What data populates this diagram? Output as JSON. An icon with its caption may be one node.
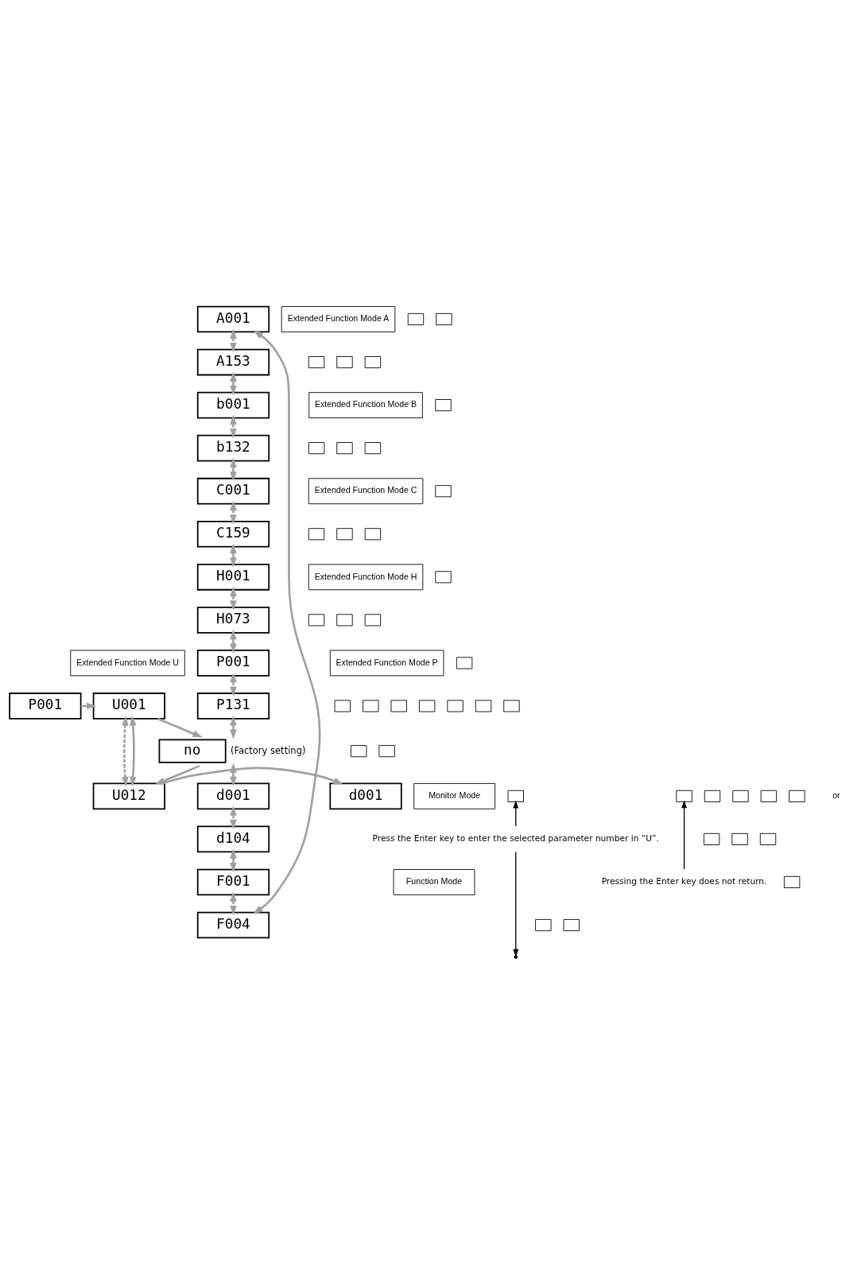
{
  "diagram": {
    "nodes": [
      {
        "text": [
          "Extended Function Mode U"
        ]
      },
      {
        "text": [
          "P001"
        ]
      },
      {
        "text": [
          "d001"
        ]
      },
      {
        "text": [
          "U001"
        ]
      },
      {
        "text": [
          "U012"
        ]
      },
      {
        "text": [
          "A001"
        ]
      },
      {
        "text": [
          "Extended Function Mode A"
        ]
      },
      {
        "text": [
          "A153"
        ]
      },
      {
        "text": [
          "b001"
        ]
      },
      {
        "text": [
          "Extended Function Mode B"
        ]
      },
      {
        "text": [
          "b132"
        ]
      },
      {
        "text": [
          "C001"
        ]
      },
      {
        "text": [
          "Extended Function Mode C"
        ]
      },
      {
        "text": [
          "C159"
        ]
      },
      {
        "text": [
          "H001"
        ]
      },
      {
        "text": [
          "Extended Function Mode H"
        ]
      },
      {
        "text": [
          "H073"
        ]
      },
      {
        "text": [
          "P001"
        ]
      },
      {
        "text": [
          "Extended Function Mode P"
        ]
      },
      {
        "text": [
          "P131"
        ]
      },
      {
        "text": [
          "no"
        ],
        "beside": [
          "(Factory setting)"
        ]
      },
      {
        "text": [
          "d001"
        ]
      },
      {
        "text": [
          "Monitor Mode"
        ]
      },
      {
        "text": [
          "d104"
        ]
      },
      {
        "text": [
          "F001"
        ]
      },
      {
        "text": [
          "Function Mode"
        ]
      },
      {
        "text": [
          "F004"
        ]
      },
      {
        "text": [
          "Press the Enter key to enter the selected parameter number in “U”."
        ]
      },
      {
        "text": [
          "Pressing the Enter key does not return."
        ]
      },
      {
        "text": [],
        "shape": "box"
      },
      {
        "text": [],
        "shape": "box"
      },
      {
        "text": [],
        "shape": "box"
      },
      {
        "text": [],
        "shape": "box"
      },
      {
        "text": [],
        "shape": "box"
      },
      {
        "text": [],
        "shape": "box"
      },
      {
        "text": [],
        "shape": "box"
      },
      {
        "text": [],
        "shape": "box"
      },
      {
        "text": [],
        "shape": "box"
      },
      {
        "text": [],
        "shape": "box"
      },
      {
        "text": [],
        "shape": "box"
      },
      {
        "text": [],
        "shape": "box"
      },
      {
        "text": [],
        "shape": "box"
      },
      {
        "text": [],
        "shape": "box"
      },
      {
        "text": [],
        "shape": "box"
      },
      {
        "text": [],
        "shape": "box"
      },
      {
        "text": [],
        "shape": "box"
      },
      {
        "text": [],
        "shape": "box"
      },
      {
        "text": [],
        "shape": "box"
      },
      {
        "text": [],
        "shape": "box"
      },
      {
        "text": [],
        "shape": "box"
      },
      {
        "text": [],
        "shape": "box"
      },
      {
        "text": [],
        "shape": "box"
      },
      {
        "text": [],
        "shape": "box"
      },
      {
        "text": [],
        "shape": "box"
      },
      {
        "text": [],
        "shape": "box"
      },
      {
        "text": [],
        "shape": "box"
      },
      {
        "text": [],
        "shape": "box"
      },
      {
        "text": [],
        "shape": "box"
      },
      {
        "text": [],
        "shape": "box"
      },
      {
        "text": [],
        "shape": "box"
      },
      {
        "text": [],
        "shape": "box"
      },
      {
        "text": [],
        "shape": "box"
      },
      {
        "text": [],
        "shape": "box"
      },
      {
        "text": [],
        "shape": "box"
      },
      {
        "text": [],
        "shape": "box"
      },
      {
        "text": [],
        "shape": "box"
      },
      {
        "text": [],
        "shape": "box"
      },
      {
        "text": [],
        "shape": "box"
      }
    ],
    "edges": [
      {
        "from": 1,
        "to": 3,
        "arrow": "to"
      },
      {
        "from": 4,
        "to": 2,
        "arrow": "to"
      },
      {
        "from": 3,
        "to": 4,
        "arrow": "both",
        "style": "dashed"
      },
      {
        "from": 4,
        "to": 3,
        "arrow": "both"
      },
      {
        "from": 3,
        "to": 20,
        "arrow": "to"
      },
      {
        "from": 20,
        "to": 4,
        "arrow": "to"
      },
      {
        "from": 5,
        "to": 7,
        "arrow": "both",
        "style": "dashed"
      },
      {
        "from": 7,
        "to": 8,
        "arrow": "both"
      },
      {
        "from": 8,
        "to": 10,
        "arrow": "both",
        "style": "dashed"
      },
      {
        "from": 10,
        "to": 11,
        "arrow": "both"
      },
      {
        "from": 11,
        "to": 13,
        "arrow": "both",
        "style": "dashed"
      },
      {
        "from": 13,
        "to": 14,
        "arrow": "both"
      },
      {
        "from": 14,
        "to": 16,
        "arrow": "both",
        "style": "dashed"
      },
      {
        "from": 16,
        "to": 17,
        "arrow": "both"
      },
      {
        "from": 17,
        "to": 19,
        "arrow": "both",
        "style": "dashed"
      },
      {
        "from": 19,
        "to": 20,
        "arrow": "both"
      },
      {
        "from": 20,
        "to": 21,
        "arrow": "both"
      },
      {
        "from": 21,
        "to": 23,
        "arrow": "both",
        "style": "dashed"
      },
      {
        "from": 23,
        "to": 24,
        "arrow": "both"
      },
      {
        "from": 24,
        "to": 26,
        "arrow": "both",
        "style": "dashed"
      },
      {
        "from": 26,
        "to": 5,
        "arrow": "both"
      },
      {
        "from": 27,
        "to": 37,
        "arrow": "to",
        "color": "#000000"
      },
      {
        "from": 27,
        "to": null,
        "arrow": "to",
        "color": "#000000"
      },
      {
        "from": 28,
        "to": 30,
        "arrow": "to",
        "color": "#000000"
      }
    ],
    "labels": [
      "or"
    ]
  }
}
